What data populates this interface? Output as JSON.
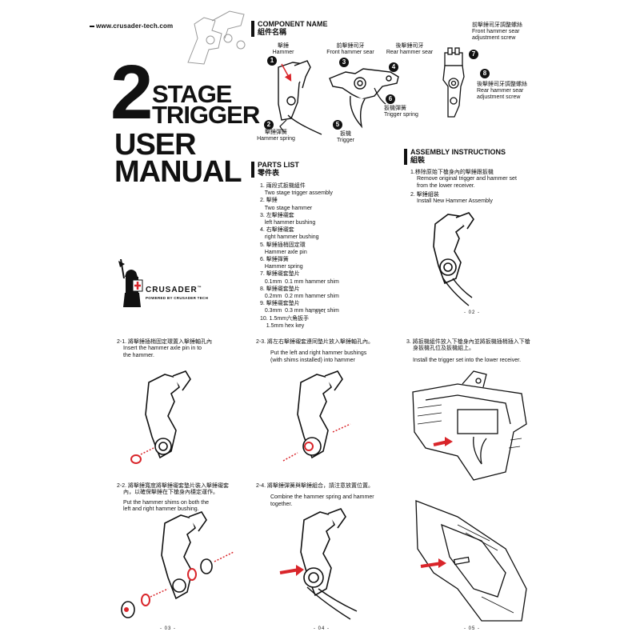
{
  "header": {
    "url": "www.crusader-tech.com"
  },
  "cover": {
    "big_number": "2",
    "line1": "STAGE",
    "line2": "TRIGGER",
    "line3": "USER",
    "line4": "MANUAL",
    "brand": "CRUSADER",
    "brand_tm": "™",
    "brand_sub": "POWERED BY CRUSADER TECH"
  },
  "component": {
    "heading_en": "COMPONENT NAME",
    "heading_zh": "組件名稱",
    "labels": {
      "hammer_zh": "擊錘",
      "hammer_en": "Hammer",
      "front_sear_zh": "前擊錘司牙",
      "front_sear_en": "Front hammer sear",
      "rear_sear_zh": "後擊錘司牙",
      "rear_sear_en": "Rear hammer sear",
      "hammer_spring_zh": "擊錘彈簧",
      "hammer_spring_en": "Hammer spring",
      "trigger_zh": "扳機",
      "trigger_en": "Trigger",
      "trigger_spring_zh": "扳機彈簧",
      "trigger_spring_en": "Trigger spring",
      "front_screw_zh": "前擊錘司牙調整螺絲",
      "front_screw_en1": "Front hammer sear",
      "front_screw_en2": "adjustment screw",
      "rear_screw_zh": "後擊錘司牙調整螺絲",
      "rear_screw_en1": "Rear hammer sear",
      "rear_screw_en2": "adjustment screw"
    },
    "numbers": [
      "1",
      "2",
      "3",
      "4",
      "5",
      "6",
      "7",
      "8"
    ]
  },
  "parts": {
    "heading_en": "PARTS LIST",
    "heading_zh": "零件表",
    "items": [
      "1. 兩段式扳機組件",
      "   Two stage trigger assembly",
      "2. 擊錘",
      "   Two stage hammer",
      "3. 左擊錘襯套",
      "   left hammer bushing",
      "4. 右擊錘襯套",
      "   right hammer bushing",
      "5. 擊錘插梢固定環",
      "   Hammer axle pin",
      "6. 擊錘彈簧",
      "   Hammer spring",
      "7. 擊錘襯套墊片",
      "   0.1mm  0.1 mm hammer shim",
      "8. 擊錘襯套墊片",
      "   0.2mm  0.2 mm hammer shim",
      "9. 擊錘襯套墊片",
      "   0.3mm  0.3 mm hammer shim",
      "10. 1.5mm六角扳手",
      "    1.5mm hex key"
    ]
  },
  "assembly": {
    "heading_en": "ASSEMBLY INSTRUCTIONS",
    "heading_zh": "組裝",
    "step1_zh": "1.移除原始下槍身內的擊錘跟扳機",
    "step1_en1": "Remove original trigger and hammer set",
    "step1_en2": "from the lower receiver.",
    "step2_zh": "2. 擊錘組裝",
    "step2_en": "Install New Hammer Assembly"
  },
  "steps": {
    "s21_zh": "2-1. 將擊錘插梢固定環置入擊錘軸孔內",
    "s21_en1": "Insert the hammer axle pin in to",
    "s21_en2": "the hammer.",
    "s22_zh1": "2-2. 將擊錘寬度將擊錘襯套墊片裝入擊錘襯套",
    "s22_zh2": "內，以確保擊錘在下槍身內穩定運作。",
    "s22_en1": "Put the hammer shims on both the",
    "s22_en2": "left and right hammer bushing.",
    "s23_zh": "2-3. 將左右擊錘襯套連同墊片放入擊錘軸孔內。",
    "s23_en1": "Put the left and right hammer bushings",
    "s23_en2": "(with shims installed) into hammer",
    "s24_zh": "2-4. 將擊錘彈簧與擊錘組合，請注意放置位置。",
    "s24_en1": "Combine the hammer spring and hammer",
    "s24_en2": "together.",
    "s3_zh1": "3. 將扳機組件放入下槍身內並將扳機插梢插入下槍",
    "s3_zh2": "身扳機孔位及扳機組上。",
    "s3_en": "Install the trigger set into the lower receiver."
  },
  "pages": [
    "- 01 -",
    "- 02 -",
    "- 03 -",
    "- 04 -",
    "- 05 -"
  ],
  "colors": {
    "arrow_red": "#d9252a",
    "ink": "#111111"
  }
}
